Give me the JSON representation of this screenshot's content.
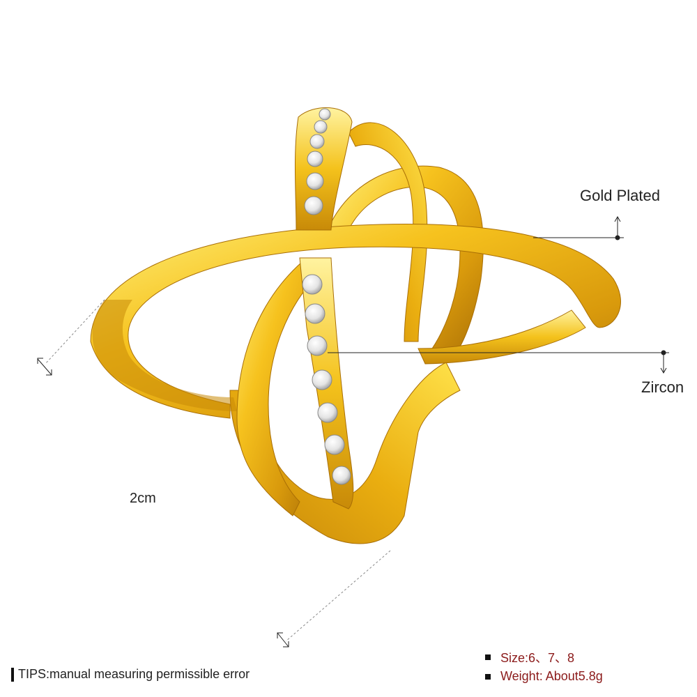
{
  "labels": {
    "gold_plated": "Gold Plated",
    "zircon": "Zircon",
    "size_scale": "2cm"
  },
  "tips": {
    "text": "TIPS:manual measuring permissible error"
  },
  "specs": {
    "size": "Size:6、7、8",
    "weight": "Weight: About5.8g"
  },
  "colors": {
    "gold_light": "#ffe45a",
    "gold_mid": "#f2b814",
    "gold_dark": "#b57c0a",
    "spec_text": "#8b1a1a"
  }
}
